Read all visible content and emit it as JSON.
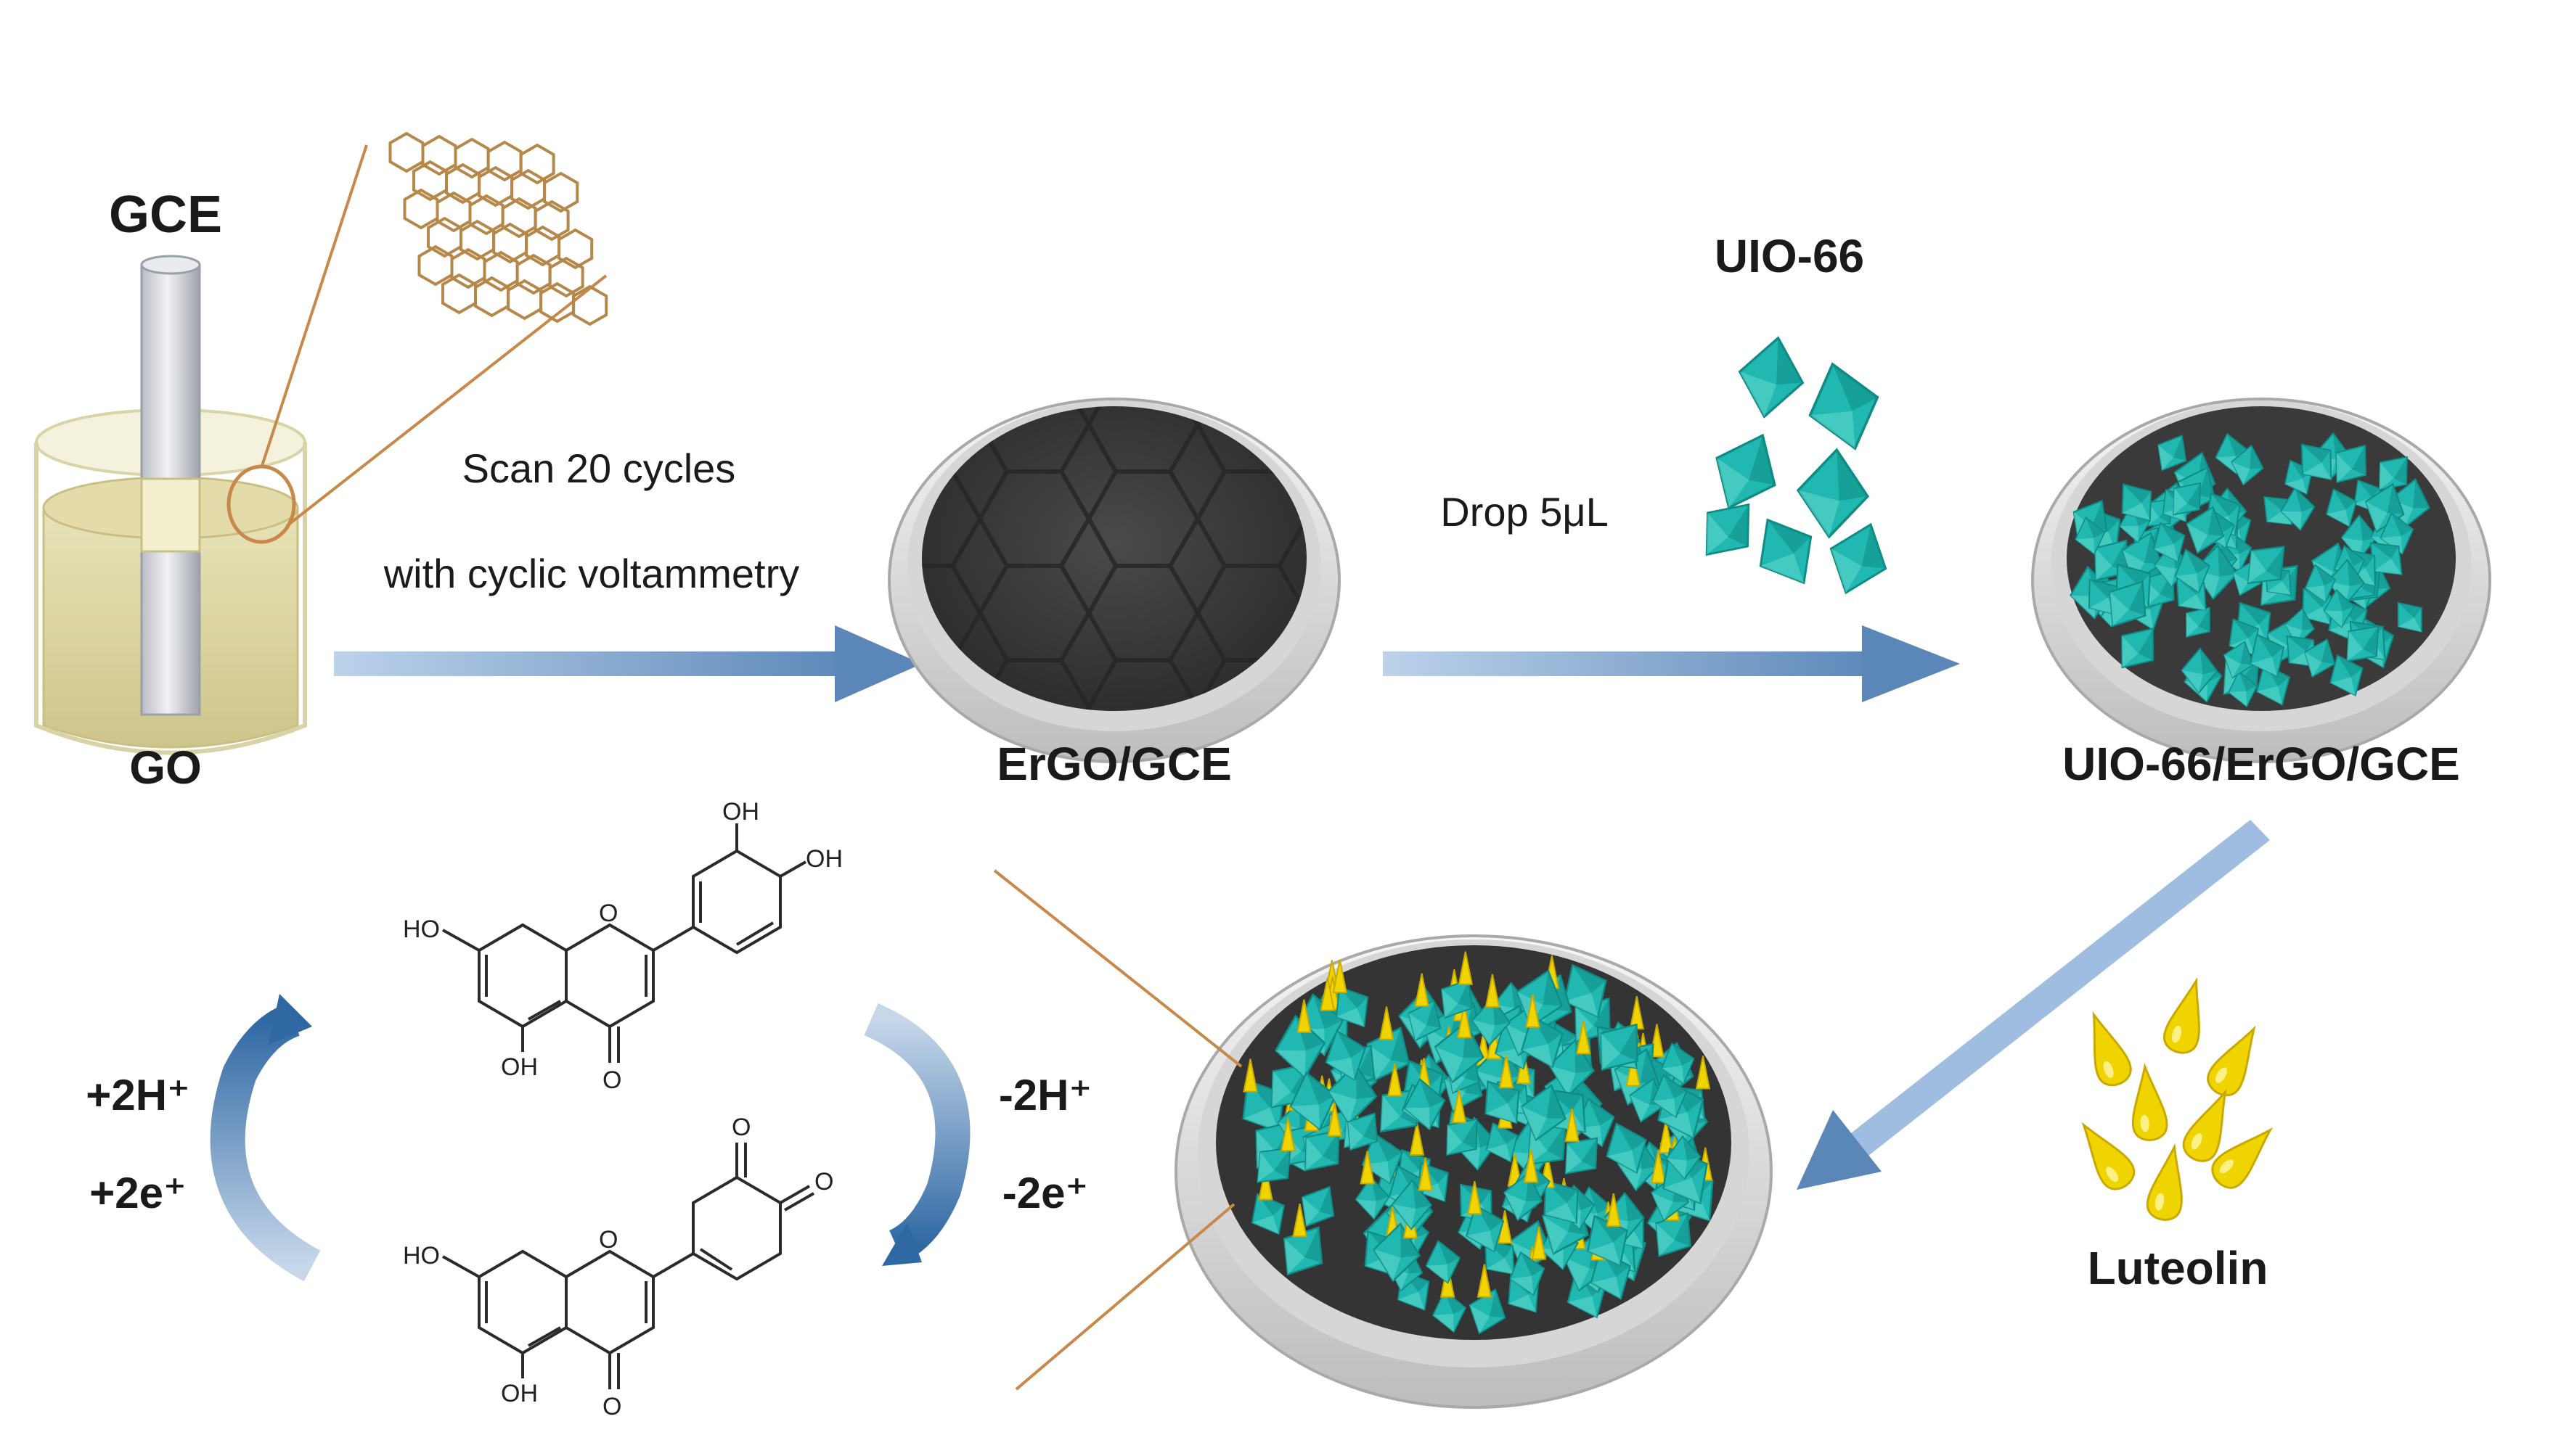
{
  "labels": {
    "gce": "GCE",
    "go": "GO",
    "scan_line1": "Scan 20 cycles",
    "scan_line2": "with cyclic voltammetry",
    "ergo_gce": "ErGO/GCE",
    "uio66": "UIO-66",
    "drop": "Drop 5μL",
    "uio_ergo_gce": "UIO-66/ErGO/GCE",
    "luteolin": "Luteolin",
    "plus_2h": "+2H⁺",
    "plus_2e": "+2e⁺",
    "minus_2h": "-2H⁺",
    "minus_2e": "-2e⁺"
  },
  "chem": {
    "oh": "OH",
    "ho": "HO",
    "o": "O"
  },
  "colors": {
    "arrow": "#5b87b8",
    "arrow_light": "#c9dbee",
    "cycle_arrow": "#3f74ab",
    "crystal": "#20b8b0",
    "crystal_dark": "#0f8c86",
    "luteolin": "#f0d400",
    "electrode_surface": "#3a3a3a",
    "dish_rim": "#e6e6e6",
    "beaker_liquid": "#ddd7a3",
    "zoom_line": "#c8884a"
  }
}
